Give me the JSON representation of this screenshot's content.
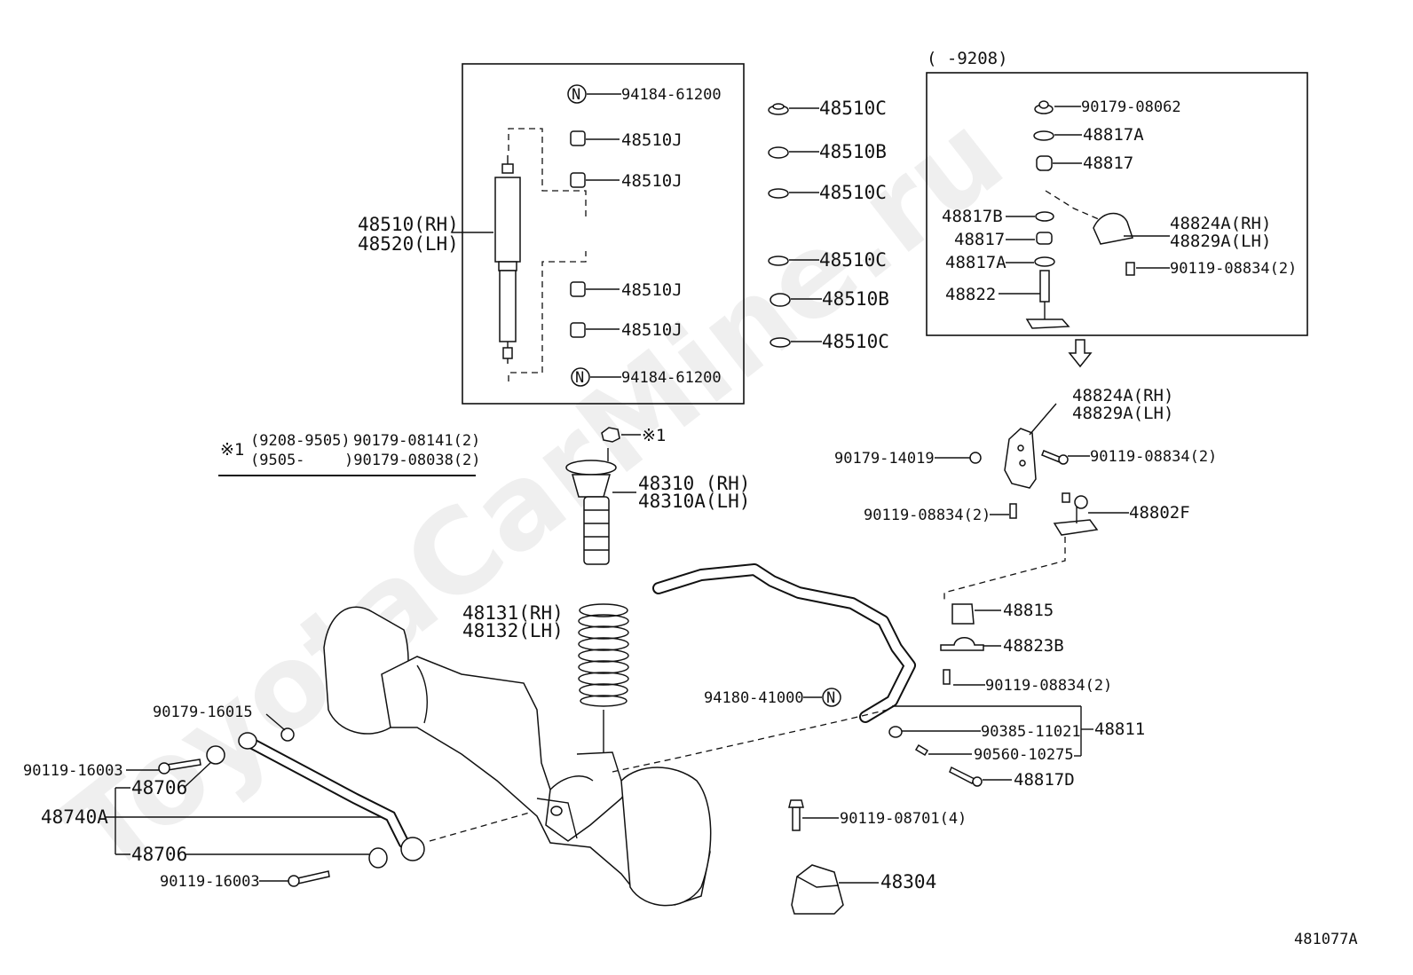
{
  "diagram": {
    "watermark": "ToyotaCarMine.ru",
    "figure_id": "481077A",
    "inset_box_title": "(  -9208)",
    "note": {
      "marker": "※1",
      "row1_range": "(9208-9505)",
      "row1_part": "90179-08141(2)",
      "row2_range": "(9505-",
      "row2_part": ")90179-08038(2)"
    },
    "labels": {
      "n_nut_top": "94184-61200",
      "bush_j1": "48510J",
      "bush_j2": "48510J",
      "bush_j3": "48510J",
      "bush_j4": "48510J",
      "n_nut_bottom": "94184-61200",
      "shock_rh": "48510(RH)",
      "shock_lh": "48520(LH)",
      "cushion_c1": "48510C",
      "cushion_b1": "48510B",
      "cushion_c2": "48510C",
      "cushion_c3": "48510C",
      "cushion_b2": "48510B",
      "cushion_c4": "48510C",
      "nut_90179_08062": "90179-08062",
      "cushion_48817a_top": "48817A",
      "cushion_48817_top": "48817",
      "cushion_48817b": "48817B",
      "cushion_48817_mid": "48817",
      "cushion_48817a_bottom": "48817A",
      "link_48822": "48822",
      "bracket_rh_inset": "48824A(RH)",
      "bracket_lh_inset": "48829A(LH)",
      "bolt_inset": "90119-08834(2)",
      "bracket_rh": "48824A(RH)",
      "bracket_lh": "48829A(LH)",
      "nut_90179_14019": "90179-14019",
      "bolt_bracket": "90119-08834(2)",
      "bolt_link": "90119-08834(2)",
      "link_48802f": "48802F",
      "nut_marker": "※1",
      "seat_rh": "48310 (RH)",
      "seat_lh": "48310A(LH)",
      "spring_rh": "48131(RH)",
      "spring_lh": "48132(LH)",
      "bushing_48815": "48815",
      "bracket_48823b": "48823B",
      "bolt_stabilizer": "90119-08834(2)",
      "n_nut_stabilizer": "94180-41000",
      "stabilizer_bar": "48811",
      "bushing_90385": "90385-11021",
      "pin_90560": "90560-10275",
      "bolt_48817d": "48817D",
      "nut_90179_16015": "90179-16015",
      "bolt_upper_90119": "90119-16003",
      "bush_48706_upper": "48706",
      "lateral_rod": "48740A",
      "bush_48706_lower": "48706",
      "bolt_lower_90119": "90119-16003",
      "bolt_bump": "90119-08701(4)",
      "bump_stopper": "48304"
    }
  }
}
